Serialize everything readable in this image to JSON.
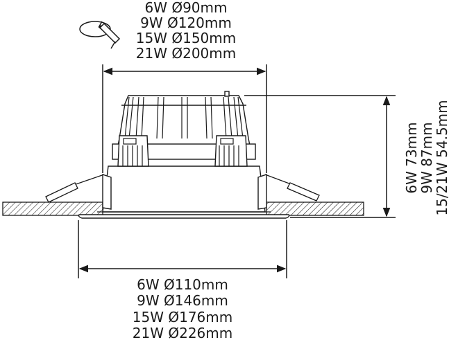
{
  "cutout_labels": [
    "6W Ø90mm",
    "9W Ø120mm",
    "15W Ø150mm",
    "21W Ø200mm"
  ],
  "overall_labels": [
    "6W Ø110mm",
    "9W Ø146mm",
    "15W Ø176mm",
    "21W Ø226mm"
  ],
  "height_labels": [
    "6W 73mm",
    "9W 87mm",
    "15/21W 54.5mm"
  ],
  "colors": {
    "line": "#1a1a1a",
    "fill": "#ffffff"
  },
  "icons": [
    "rotate-cutout-icon"
  ]
}
